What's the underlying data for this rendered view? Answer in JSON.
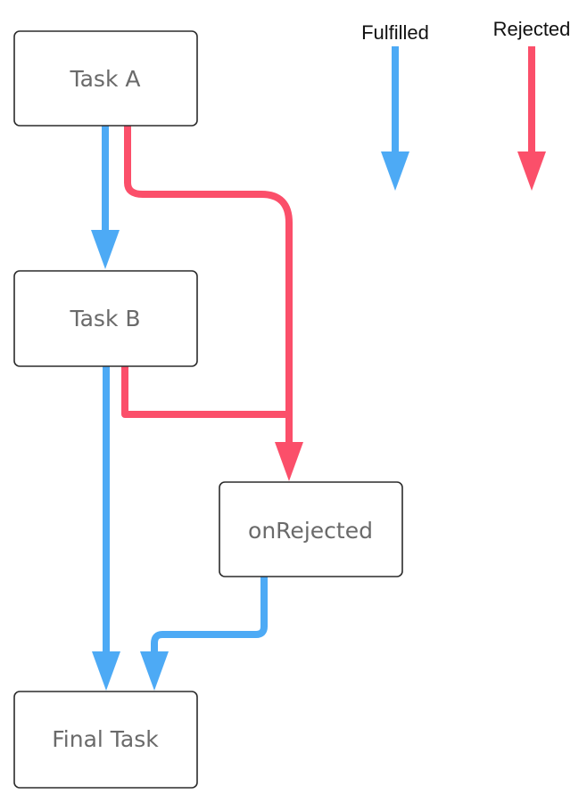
{
  "colors": {
    "fulfilled": "#4daaf5",
    "rejected": "#fb4f6a"
  },
  "legend": {
    "fulfilled_label": "Fulfilled",
    "rejected_label": "Rejected"
  },
  "nodes": {
    "task_a": "Task A",
    "task_b": "Task B",
    "on_rejected": "onRejected",
    "final_task": "Final Task"
  },
  "edges": [
    {
      "from": "Task A",
      "to": "Task B",
      "type": "fulfilled"
    },
    {
      "from": "Task A",
      "to": "onRejected",
      "type": "rejected"
    },
    {
      "from": "Task B",
      "to": "Final Task",
      "type": "fulfilled"
    },
    {
      "from": "Task B",
      "to": "onRejected",
      "type": "rejected"
    },
    {
      "from": "onRejected",
      "to": "Final Task",
      "type": "fulfilled"
    }
  ]
}
